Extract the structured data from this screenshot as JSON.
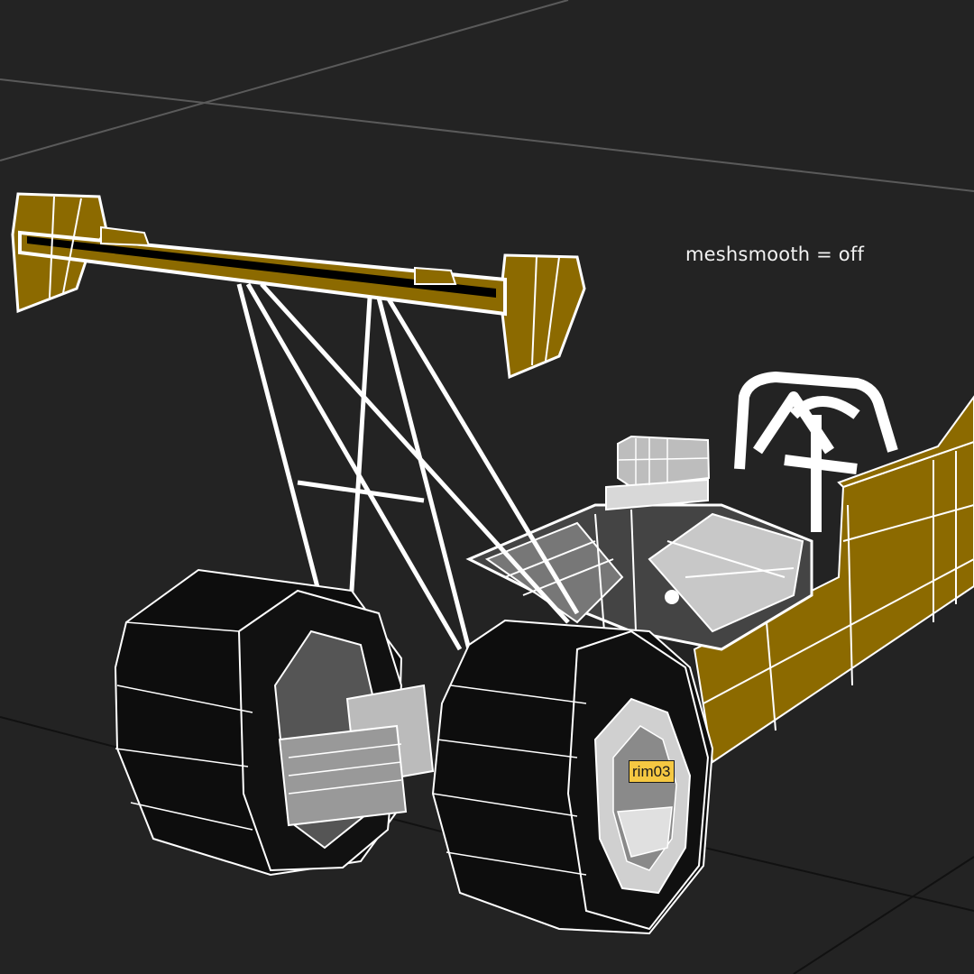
{
  "viewport": {
    "background_color": "#232323",
    "grid_color": "#5a5a5a",
    "wire_color": "#ffffff",
    "body_color": "#8c6a00",
    "tire_color": "#0d0d0d"
  },
  "overlay": {
    "status_text": "meshsmooth = off"
  },
  "selected_object": {
    "name": "rim03",
    "label_color": "#f5c842"
  },
  "scene": {
    "model": "dragster-wireframe",
    "parts": [
      "rear-wing",
      "wing-struts",
      "roll-cage",
      "engine-blower",
      "engine-block",
      "chassis-body",
      "left-rear-tire",
      "right-rear-tire",
      "rear-axle",
      "rim03"
    ]
  }
}
